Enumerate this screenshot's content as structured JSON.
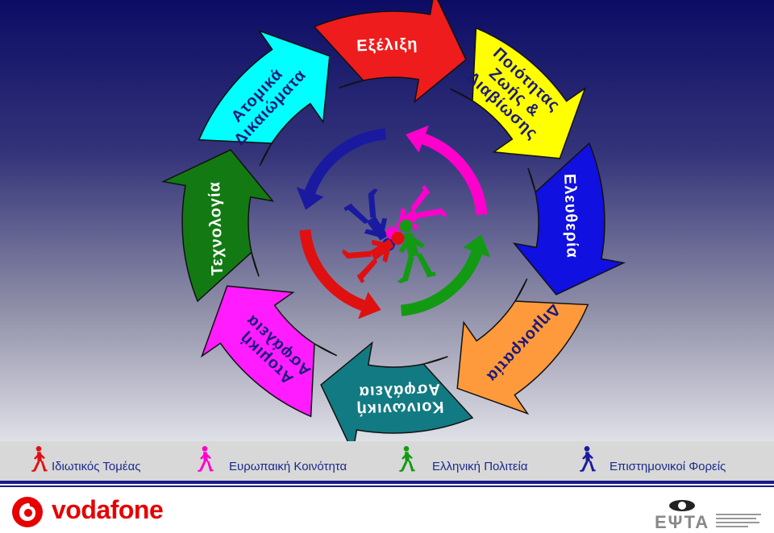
{
  "segments": [
    {
      "label_lines": [
        "Εξέλιξη"
      ],
      "color": "#ee1c1c",
      "text_color": "#ffffff"
    },
    {
      "label_lines": [
        "Ποιότητας",
        "Ζωής &",
        "Διαβίωσης"
      ],
      "color": "#ffff00",
      "text_color": "#1a1a7a"
    },
    {
      "label_lines": [
        "Ελευθερία"
      ],
      "color": "#1010e0",
      "text_color": "#ffffff"
    },
    {
      "label_lines": [
        "Δημοκρατία"
      ],
      "color": "#ff9a3c",
      "text_color": "#1a1a7a"
    },
    {
      "label_lines": [
        "Κοινωνική",
        "Ασφάλεια"
      ],
      "color": "#127a82",
      "text_color": "#ffffff"
    },
    {
      "label_lines": [
        "Ατομική",
        "Ασφάλεια"
      ],
      "color": "#ff1cff",
      "text_color": "#1a1a7a"
    },
    {
      "label_lines": [
        "Τεχνολογία"
      ],
      "color": "#137a13",
      "text_color": "#ffffff"
    },
    {
      "label_lines": [
        "Ατομικά",
        "Δικαιώματα"
      ],
      "color": "#00ffff",
      "text_color": "#1a1a7a"
    }
  ],
  "legend": [
    {
      "label": "Ιδιωτικός Τομέας",
      "color": "#e01010",
      "icon": "walking-person-icon"
    },
    {
      "label": "Ευρωπαική Κοινότητα",
      "color": "#ff00cc",
      "icon": "walking-person-icon"
    },
    {
      "label": "Ελληνική Πολιτεία",
      "color": "#129a12",
      "icon": "walking-person-icon"
    },
    {
      "label": "Επιστημονικοί Φορείς",
      "color": "#1a1aa0",
      "icon": "walking-person-icon"
    }
  ],
  "footer": {
    "brand": "vodafone",
    "brand_color": "#e60000",
    "partner_logo": "ΕΨΤΑ"
  }
}
